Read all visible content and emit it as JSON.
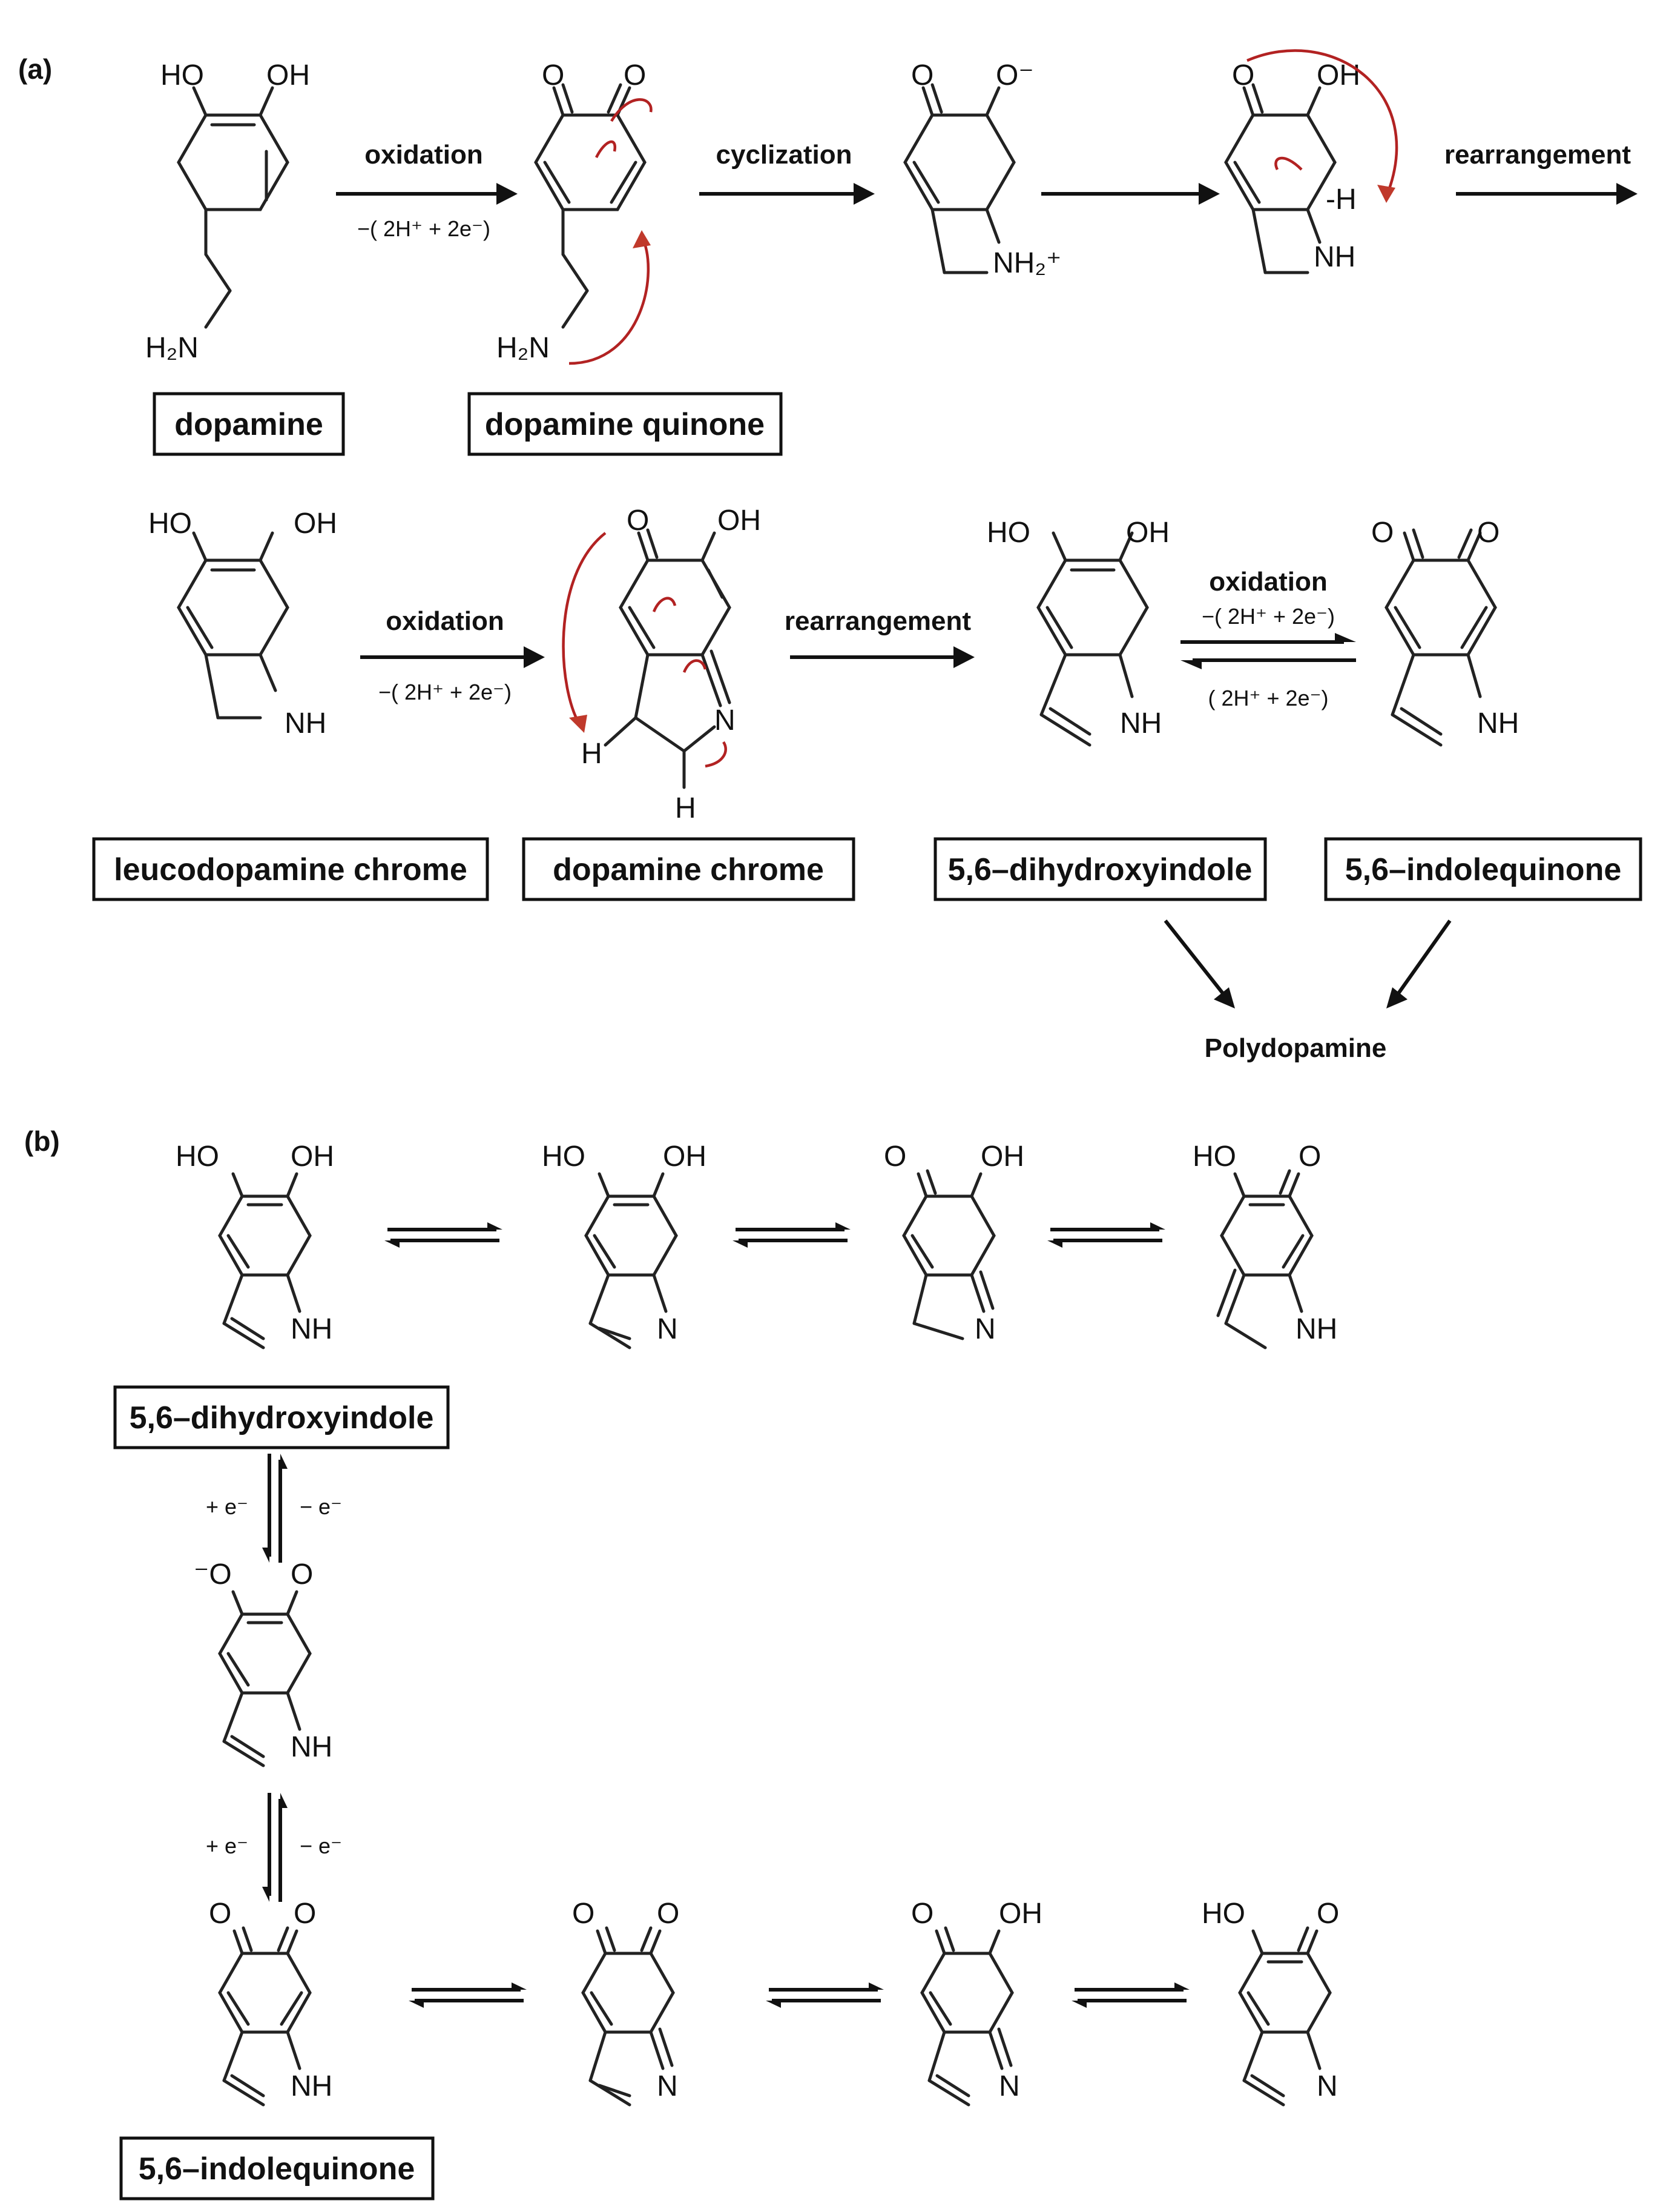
{
  "panels": {
    "a": "(a)",
    "b": "(b)"
  },
  "compounds": {
    "dopamine": "dopamine",
    "dopamine_quinone": "dopamine quinone",
    "leucodopamine_chrome": "leucodopamine chrome",
    "dopamine_chrome": "dopamine chrome",
    "dhi": "5,6–dihydroxyindole",
    "iq": "5,6–indolequinone",
    "dhi_b": "5,6–dihydroxyindole",
    "iq_b": "5,6–indolequinone",
    "polydopamine": "Polydopamine"
  },
  "steps": {
    "oxidation1": "oxidation",
    "oxidation1_sub": "−( 2H⁺ + 2e⁻)",
    "cyclization": "cyclization",
    "rearrangement1": "rearrangement",
    "oxidation2": "oxidation",
    "oxidation2_sub": "−( 2H⁺ + 2e⁻)",
    "rearrangement2": "rearrangement",
    "oxidation3": "oxidation",
    "oxidation3_sub": "−( 2H⁺ + 2e⁻)",
    "reduction3_sub": "( 2H⁺ + 2e⁻)",
    "e_plus": "+ e⁻",
    "e_minus": "− e⁻"
  },
  "atoms": {
    "HO": "HO",
    "OH": "OH",
    "O": "O",
    "O_minus": "O⁻",
    "minus_O": "⁻O",
    "NH": "NH",
    "N": "N",
    "H": "H",
    "H2N": "H₂N",
    "NH2_plus": "NH₂⁺",
    "dash_H": "-H"
  },
  "colors": {
    "curved_arrow": "#b22222",
    "ink": "#111111"
  }
}
